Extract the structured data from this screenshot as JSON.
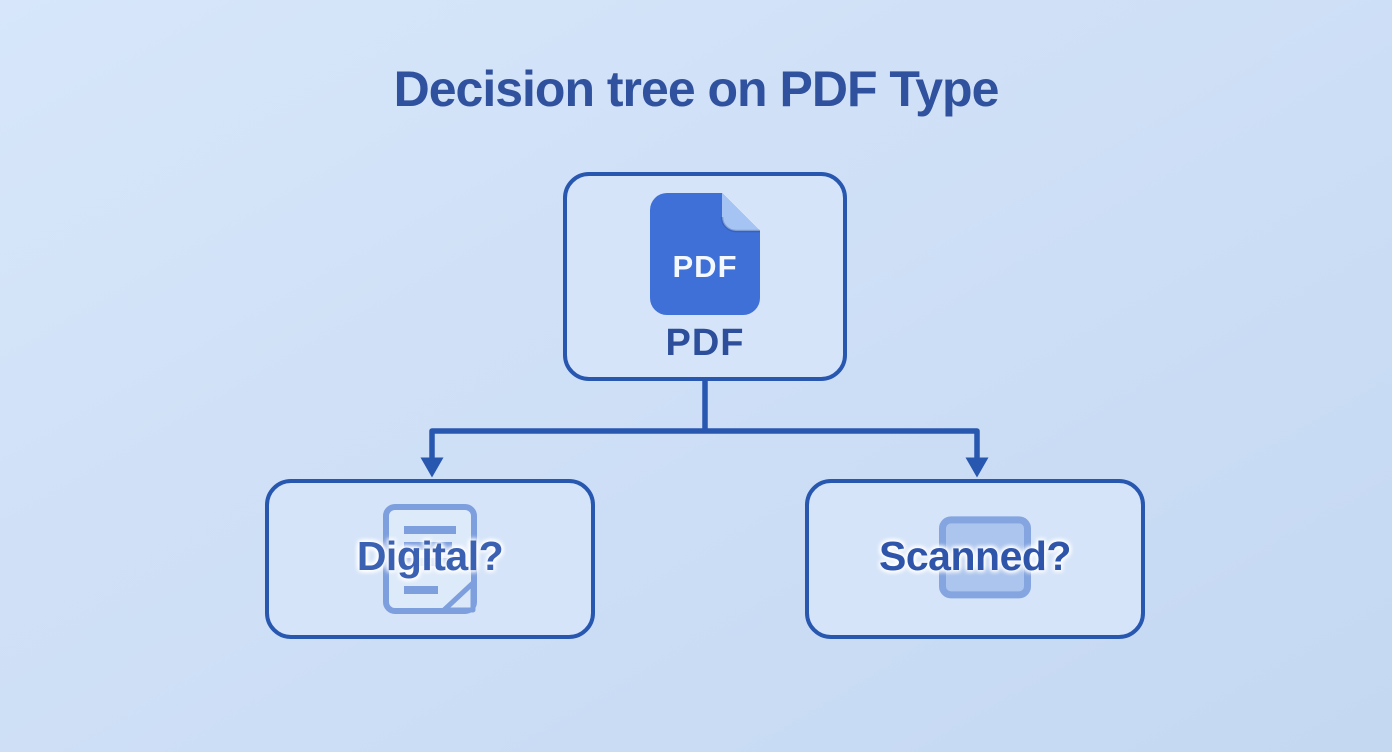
{
  "page": {
    "title": "Decision tree on PDF Type"
  },
  "tree": {
    "root": {
      "label": "PDF",
      "icon": "pdf-file-icon",
      "icon_text": "PDF"
    },
    "children": [
      {
        "label": "Digital?",
        "icon": "digital-document-icon"
      },
      {
        "label": "Scanned?",
        "icon": "scanned-square-icon"
      }
    ]
  },
  "colors": {
    "background_top": "#d7e6fa",
    "background_bottom": "#c4d8f2",
    "node_border": "#2857b0",
    "node_fill": "#d5e4f9",
    "connector": "#2857b0",
    "title_text": "#30519e",
    "root_label_text": "#2c4e9b",
    "pdf_icon_fill": "#3f70d8",
    "pdf_icon_fold": "#a6c4f3",
    "pdf_icon_text": "#f4f8ff",
    "digital_label_text": "#3b61b3",
    "scanned_label_text": "#2e55a9",
    "doc_icon_stroke": "#6f93da",
    "doc_icon_fill": "#dde9fa",
    "scan_icon_border": "#7ea0de",
    "scan_icon_fill": "#a9c3ee"
  }
}
